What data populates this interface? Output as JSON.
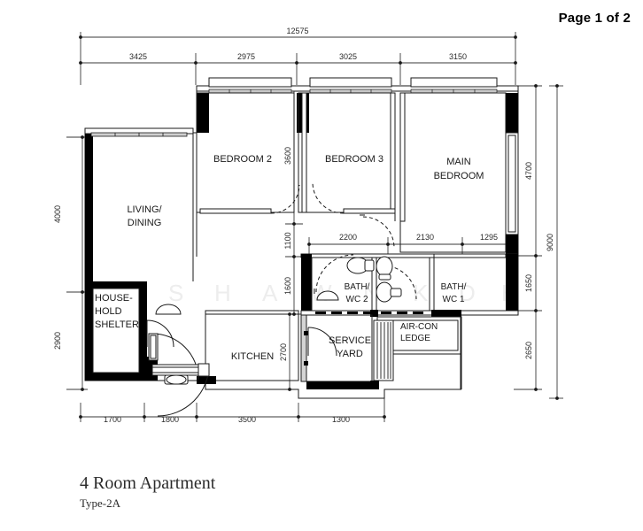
{
  "page": {
    "header_label": "Page 1 of 2",
    "title": "4 Room Apartment",
    "subtitle": "Type-2A",
    "watermark": "S H A W N  K D H"
  },
  "floorplan": {
    "type": "architectural-floor-plan",
    "units": "mm",
    "overall": {
      "width": "12575",
      "height": "9000"
    },
    "rooms": [
      {
        "id": "living-dining",
        "label_lines": [
          "LIVING/",
          "DINING"
        ]
      },
      {
        "id": "bedroom-2",
        "label_lines": [
          "BEDROOM 2"
        ]
      },
      {
        "id": "bedroom-3",
        "label_lines": [
          "BEDROOM 3"
        ]
      },
      {
        "id": "main-bedroom",
        "label_lines": [
          "MAIN",
          "BEDROOM"
        ]
      },
      {
        "id": "household-shelter",
        "label_lines": [
          "HOUSE-",
          "HOLD",
          "SHELTER"
        ]
      },
      {
        "id": "kitchen",
        "label_lines": [
          "KITCHEN"
        ]
      },
      {
        "id": "service-yard",
        "label_lines": [
          "SERVICE",
          "YARD"
        ]
      },
      {
        "id": "bath-wc-2",
        "label_lines": [
          "BATH/",
          "WC  2"
        ]
      },
      {
        "id": "bath-wc-1",
        "label_lines": [
          "BATH/",
          "WC  1"
        ]
      },
      {
        "id": "air-con-ledge",
        "label_lines": [
          "AIR-CON",
          "LEDGE"
        ]
      }
    ],
    "dimensions": {
      "top_overall": "12575",
      "top_chain": [
        "3425",
        "2975",
        "3025",
        "3150"
      ],
      "bottom_chain": [
        "1700",
        "1800",
        "3500",
        "1300"
      ],
      "left_chain": [
        "4000",
        "2900"
      ],
      "right_overall": "9000",
      "right_chain": [
        "4700",
        "1650",
        "2650"
      ],
      "interior_vertical": [
        "3600",
        "1100",
        "1600",
        "2700"
      ],
      "interior_horizontal": [
        "2200",
        "2130",
        "1295"
      ]
    }
  },
  "colors": {
    "wall": "#000000",
    "line": "#1a1a1a",
    "dimension": "#3a3a3a",
    "watermark": "#ededed",
    "background": "#ffffff"
  }
}
